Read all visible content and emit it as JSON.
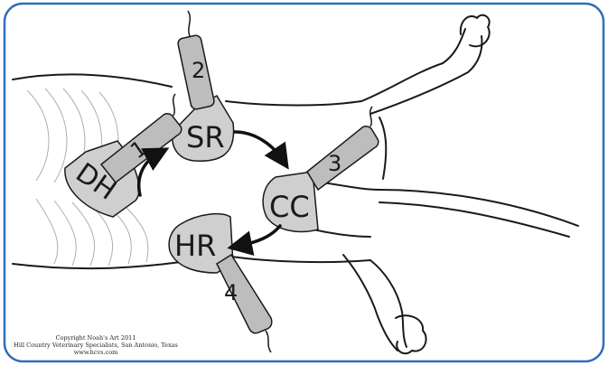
{
  "diagram": {
    "zones": [
      {
        "id": "dh",
        "label": "DH"
      },
      {
        "id": "sr",
        "label": "SR"
      },
      {
        "id": "cc",
        "label": "CC"
      },
      {
        "id": "hr",
        "label": "HR"
      }
    ],
    "probes": [
      {
        "id": "p1",
        "number": "1"
      },
      {
        "id": "p2",
        "number": "2"
      },
      {
        "id": "p3",
        "number": "3"
      },
      {
        "id": "p4",
        "number": "4"
      }
    ],
    "copyright": {
      "line1": "Copyright Noah's Art 2011",
      "line2": "Hill Country Veterinary Specialists, San Antonio, Texas",
      "line3": "www.hcvs.com"
    },
    "colors": {
      "frame": "#2f6fb5",
      "zone_fill": "#cfcfcf",
      "probe_fill": "#bdbdbd",
      "outline": "#1a1a1a",
      "ribs": "#9a9a9a"
    }
  }
}
